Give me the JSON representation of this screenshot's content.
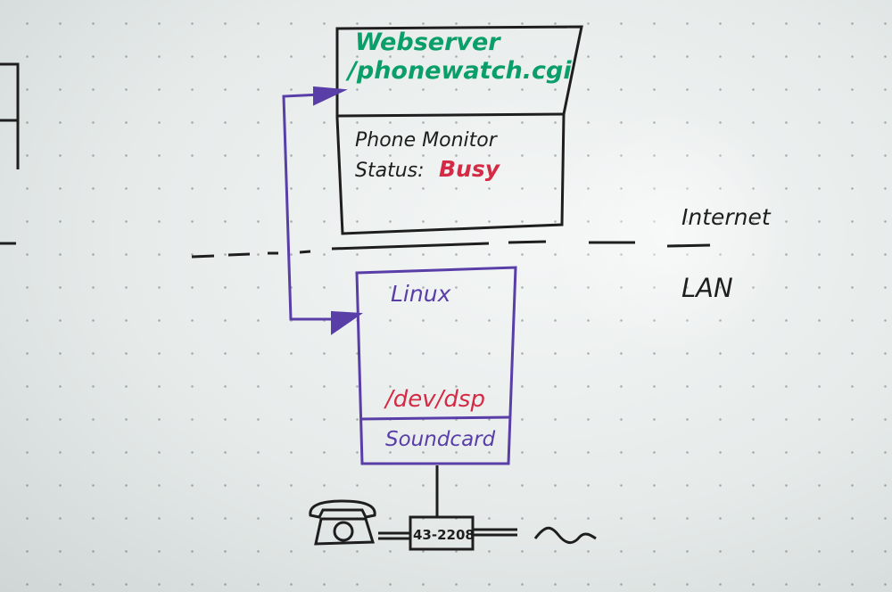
{
  "webserver": {
    "title": "Webserver",
    "path": "/phonewatch.cgi",
    "monitor_line": "Phone Monitor",
    "status_label": "Status:",
    "status_value": "Busy"
  },
  "network": {
    "internet_label": "Internet",
    "lan_label": "LAN"
  },
  "linux_box": {
    "os_label": "Linux",
    "device_label": "/dev/dsp",
    "soundcard_label": "Soundcard"
  },
  "phone": {
    "number_label": "43-2208"
  },
  "colors": {
    "ink_black": "#1e1e1e",
    "ink_green": "#0a9e6a",
    "ink_red": "#d42a45",
    "ink_purple": "#5a3ea8"
  }
}
